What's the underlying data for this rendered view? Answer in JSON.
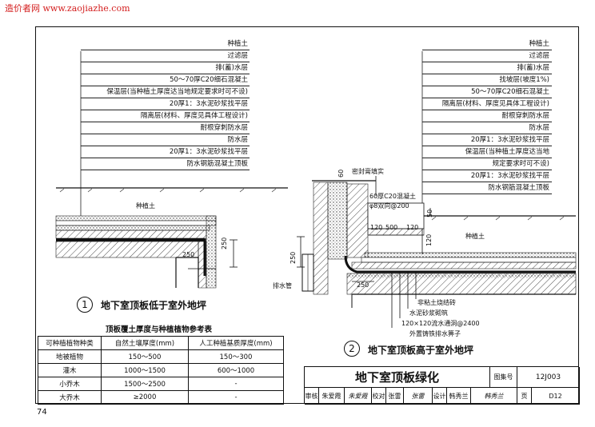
{
  "watermark": "造价者网 www.zaojiazhe.com",
  "page_number": "74",
  "detail1": {
    "layers": [
      "种植土",
      "过滤层",
      "排(蓄)水层",
      "50～70厚C20细石混凝土",
      "保温层(当种植土厚度达当地规定要求时可不设)",
      "20厚1：3水泥砂浆找平层",
      "隔离层(材料、厚度见具体工程设计)",
      "耐根穿刺防水层",
      "防水层",
      "20厚1：3水泥砂浆找平层",
      "防水钢筋混凝土顶板"
    ],
    "soil_label": "种植土",
    "dim_a": "250",
    "dim_b": "250",
    "number": "1",
    "caption": "地下室顶板低于室外地坪"
  },
  "detail2": {
    "layers": [
      "种植土",
      "过滤层",
      "排(蓄)水层",
      "找坡层(坡度1%)",
      "50～70厚C20细石混凝土",
      "隔离层(材料、厚度见具体工程设计)",
      "耐根穿刺防水层",
      "防水层",
      "20厚1：3水泥砂浆找平层",
      "保温层(当种植土厚度达当地",
      "规定要求时可不设)",
      "20厚1：3水泥砂浆找平层",
      "防水钢筋混凝土顶板"
    ],
    "seal_label": "密封膏填实",
    "slab_label": "60厚C20混凝土",
    "rebar_label": "φ8双向@200",
    "dims_top": [
      "120",
      "500",
      "120"
    ],
    "dim_60": "60",
    "dim_50": "50",
    "dim_120": "120",
    "dim_250_v": "250",
    "dim_250_h": "250",
    "soil_label": "种植土",
    "pipe_label": "排水管",
    "bottom_labels": [
      "非粘土烧结砖",
      "水泥砂浆砌筑",
      "120×120流水通洞@2400",
      "外置铸铁排水箅子"
    ],
    "number": "2",
    "caption": "地下室顶板高于室外地坪"
  },
  "ref_table": {
    "title": "顶板覆土厚度与种植植物参考表",
    "headers": [
      "可种植植物种类",
      "自然土壤厚度(mm)",
      "人工种植基质厚度(mm)"
    ],
    "rows": [
      [
        "地被植物",
        "150～500",
        "150～300"
      ],
      [
        "灌木",
        "1000～1500",
        "600～1000"
      ],
      [
        "小乔木",
        "1500～2500",
        "-"
      ],
      [
        "大乔木",
        "≥2000",
        "-"
      ]
    ]
  },
  "title_block": {
    "title": "地下室顶板绿化",
    "atlas_label": "图集号",
    "atlas_no": "12J003",
    "page_label": "页",
    "page_no": "D12",
    "review_label": "审核",
    "review_name": "朱爱霞",
    "review_sign": "朱爱霞",
    "check_label": "校对",
    "check_name": "张雷",
    "check_sign": "张雷",
    "design_label": "设计",
    "design_name": "韩秀兰",
    "design_sign": "韩秀兰"
  }
}
